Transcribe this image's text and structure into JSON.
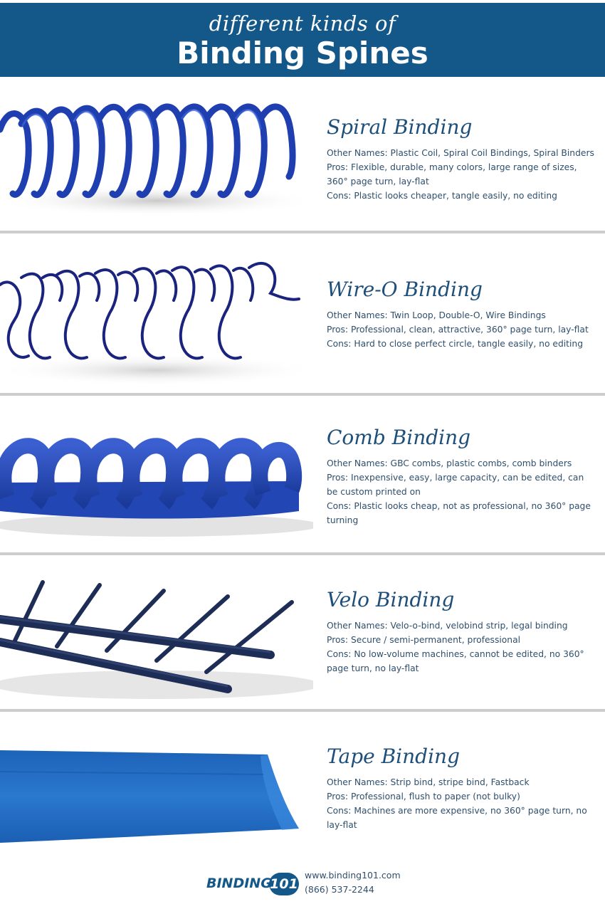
{
  "header": {
    "kicker": "different kinds of",
    "title": "Binding Spines"
  },
  "sections": [
    {
      "title": "Spiral Binding",
      "other_names": "Other Names: Plastic Coil, Spiral Coil Bindings, Spiral Binders",
      "pros": "Pros: Flexible, durable, many colors, large range of sizes, 360° page turn, lay-flat",
      "cons": "Cons: Plastic looks cheaper, tangle easily, no editing",
      "image": "spiral-coil-image"
    },
    {
      "title": "Wire-O Binding",
      "other_names": "Other Names: Twin Loop, Double-O, Wire Bindings",
      "pros": "Pros: Professional, clean, attractive, 360° page turn, lay-flat",
      "cons": "Cons: Hard to close perfect circle, tangle easily, no editing",
      "image": "wire-o-image"
    },
    {
      "title": "Comb Binding",
      "other_names": "Other Names: GBC combs, plastic combs, comb binders",
      "pros": "Pros: Inexpensive, easy, large capacity, can be edited, can be custom printed on",
      "cons": "Cons: Plastic looks cheap, not as professional, no 360° page turning",
      "image": "comb-image"
    },
    {
      "title": "Velo Binding",
      "other_names": "Other Names: Velo-o-bind, velobind strip, legal binding",
      "pros": "Pros: Secure / semi-permanent, professional",
      "cons": "Cons: No low-volume machines, cannot be edited, no 360° page turn, no lay-flat",
      "image": "velo-strip-image"
    },
    {
      "title": "Tape Binding",
      "other_names": "Other Names: Strip bind, stripe bind, Fastback",
      "pros": "Pros: Professional, flush to paper (not bulky)",
      "cons": "Cons: Machines are more expensive, no 360° page turn, no lay-flat",
      "image": "tape-strip-image"
    }
  ],
  "footer": {
    "logo_word": "BINDING",
    "logo_number": "101",
    "website": "www.binding101.com",
    "phone": "(866) 537-2244"
  },
  "colors": {
    "header_bg": "#14588a",
    "title_text": "#1d4f7a",
    "body_text": "#2f4f6c",
    "divider": "#cdcdcd",
    "binding_blue": "#1f4aa8"
  }
}
